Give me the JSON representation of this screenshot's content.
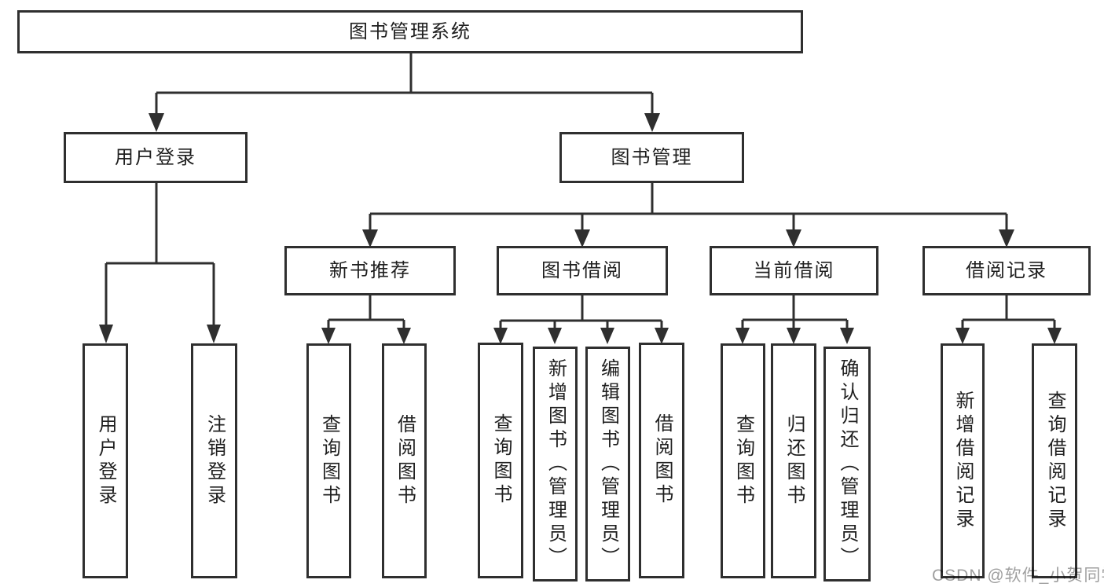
{
  "colors": {
    "background": "#ffffff",
    "line": "#2f2f2f",
    "box_border": "#2f2f2f",
    "text": "#1f1f1f",
    "watermark": "#9f9f9f"
  },
  "root": {
    "label": "图书管理系统"
  },
  "branches": [
    {
      "label": "用户登录",
      "leaves": [
        {
          "label": "用户登录"
        },
        {
          "label": "注销登录"
        }
      ]
    },
    {
      "label": "图书管理",
      "groups": [
        {
          "label": "新书推荐",
          "leaves": [
            {
              "label": "查询图书"
            },
            {
              "label": "借阅图书"
            }
          ]
        },
        {
          "label": "图书借阅",
          "leaves": [
            {
              "label": "查询图书"
            },
            {
              "label": "新增图书（管理员）"
            },
            {
              "label": "编辑图书（管理员）"
            },
            {
              "label": "借阅图书"
            }
          ]
        },
        {
          "label": "当前借阅",
          "leaves": [
            {
              "label": "查询图书"
            },
            {
              "label": "归还图书"
            },
            {
              "label": "确认归还（管理员）"
            }
          ]
        },
        {
          "label": "借阅记录",
          "leaves": [
            {
              "label": "新增借阅记录"
            },
            {
              "label": "查询借阅记录"
            }
          ]
        }
      ]
    }
  ],
  "watermark": {
    "text": "CSDN @软件_小贺同学"
  }
}
